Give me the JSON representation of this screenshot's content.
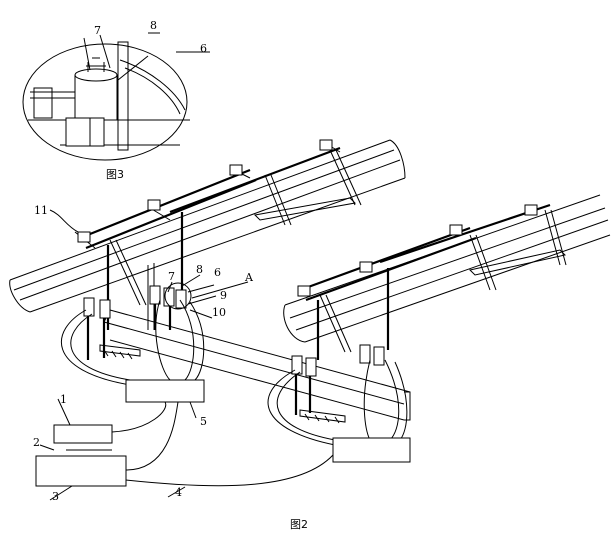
{
  "figure": {
    "caption_main": "图2",
    "caption_detail": "图3",
    "callout_a": "A"
  },
  "labels": {
    "l1": "1",
    "l2": "2",
    "l3": "3",
    "l4": "4",
    "l5": "5",
    "l6_main": "6",
    "l7_main": "7",
    "l8_main": "8",
    "l9": "9",
    "l10": "10",
    "l11": "11",
    "l6_detail": "6",
    "l7_detail": "7",
    "l8_detail": "8"
  }
}
